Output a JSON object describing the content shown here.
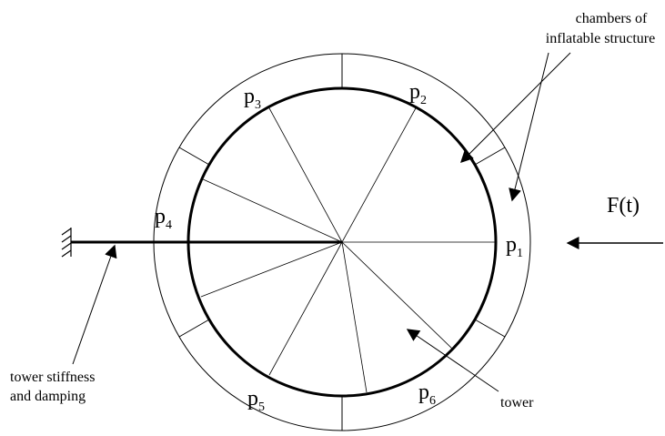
{
  "diagram": {
    "chambers_label_line1": "chambers of",
    "chambers_label_line2": "inflatable structure",
    "force_label": "F(t)",
    "tower_label": "tower",
    "stiffness_label_line1": "tower stiffness",
    "stiffness_label_line2": "and damping",
    "pressures": [
      {
        "base": "p",
        "sub": "1"
      },
      {
        "base": "p",
        "sub": "2"
      },
      {
        "base": "p",
        "sub": "3"
      },
      {
        "base": "p",
        "sub": "4"
      },
      {
        "base": "p",
        "sub": "5"
      },
      {
        "base": "p",
        "sub": "6"
      }
    ]
  }
}
